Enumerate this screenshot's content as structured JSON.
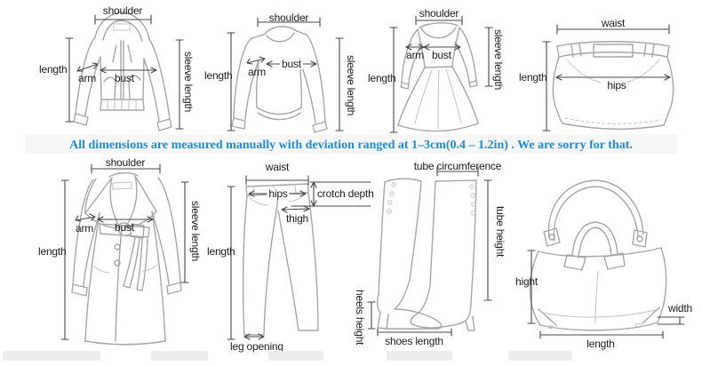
{
  "notice": {
    "text": "All dimensions are measured manually with deviation ranged at 1–3cm(0.4 – 1.2in) . We are sorry for that."
  },
  "garments": {
    "hoodie": {
      "shoulder": "shoulder",
      "length": "length",
      "arm": "arm",
      "bust": "bust",
      "sleeve_length": "sleeve length"
    },
    "sweater": {
      "shoulder": "shoulder",
      "length": "length",
      "arm": "arm",
      "bust": "bust",
      "sleeve_length": "sleeve length"
    },
    "dress": {
      "shoulder": "shoulder",
      "length": "length",
      "arm": "arm",
      "bust": "bust",
      "sleeve_length": "sleeve length"
    },
    "skirt": {
      "waist": "waist",
      "length": "length",
      "hips": "hips"
    },
    "coat": {
      "shoulder": "shoulder",
      "length": "length",
      "arm": "arm",
      "bust": "bust",
      "sleeve_length": "sleeve length"
    },
    "pants": {
      "waist": "waist",
      "hips": "hips",
      "crotch_depth": "crotch depth",
      "thigh": "thigh",
      "length": "length",
      "leg_opening": "leg opening"
    },
    "boots": {
      "tube_circumference": "tube circumference",
      "tube_height": "tube height",
      "heels_height": "heels height",
      "shoes_length": "shoes length"
    },
    "bag": {
      "hight": "hight",
      "width": "width",
      "length": "length"
    }
  },
  "colors": {
    "notice_blue": "#1b8ce0",
    "line_art_gray": "#a6a6a6",
    "measure_dark": "#474747",
    "band_bg": "#f7f7f7",
    "strip_bar_gray": "#ededed"
  }
}
